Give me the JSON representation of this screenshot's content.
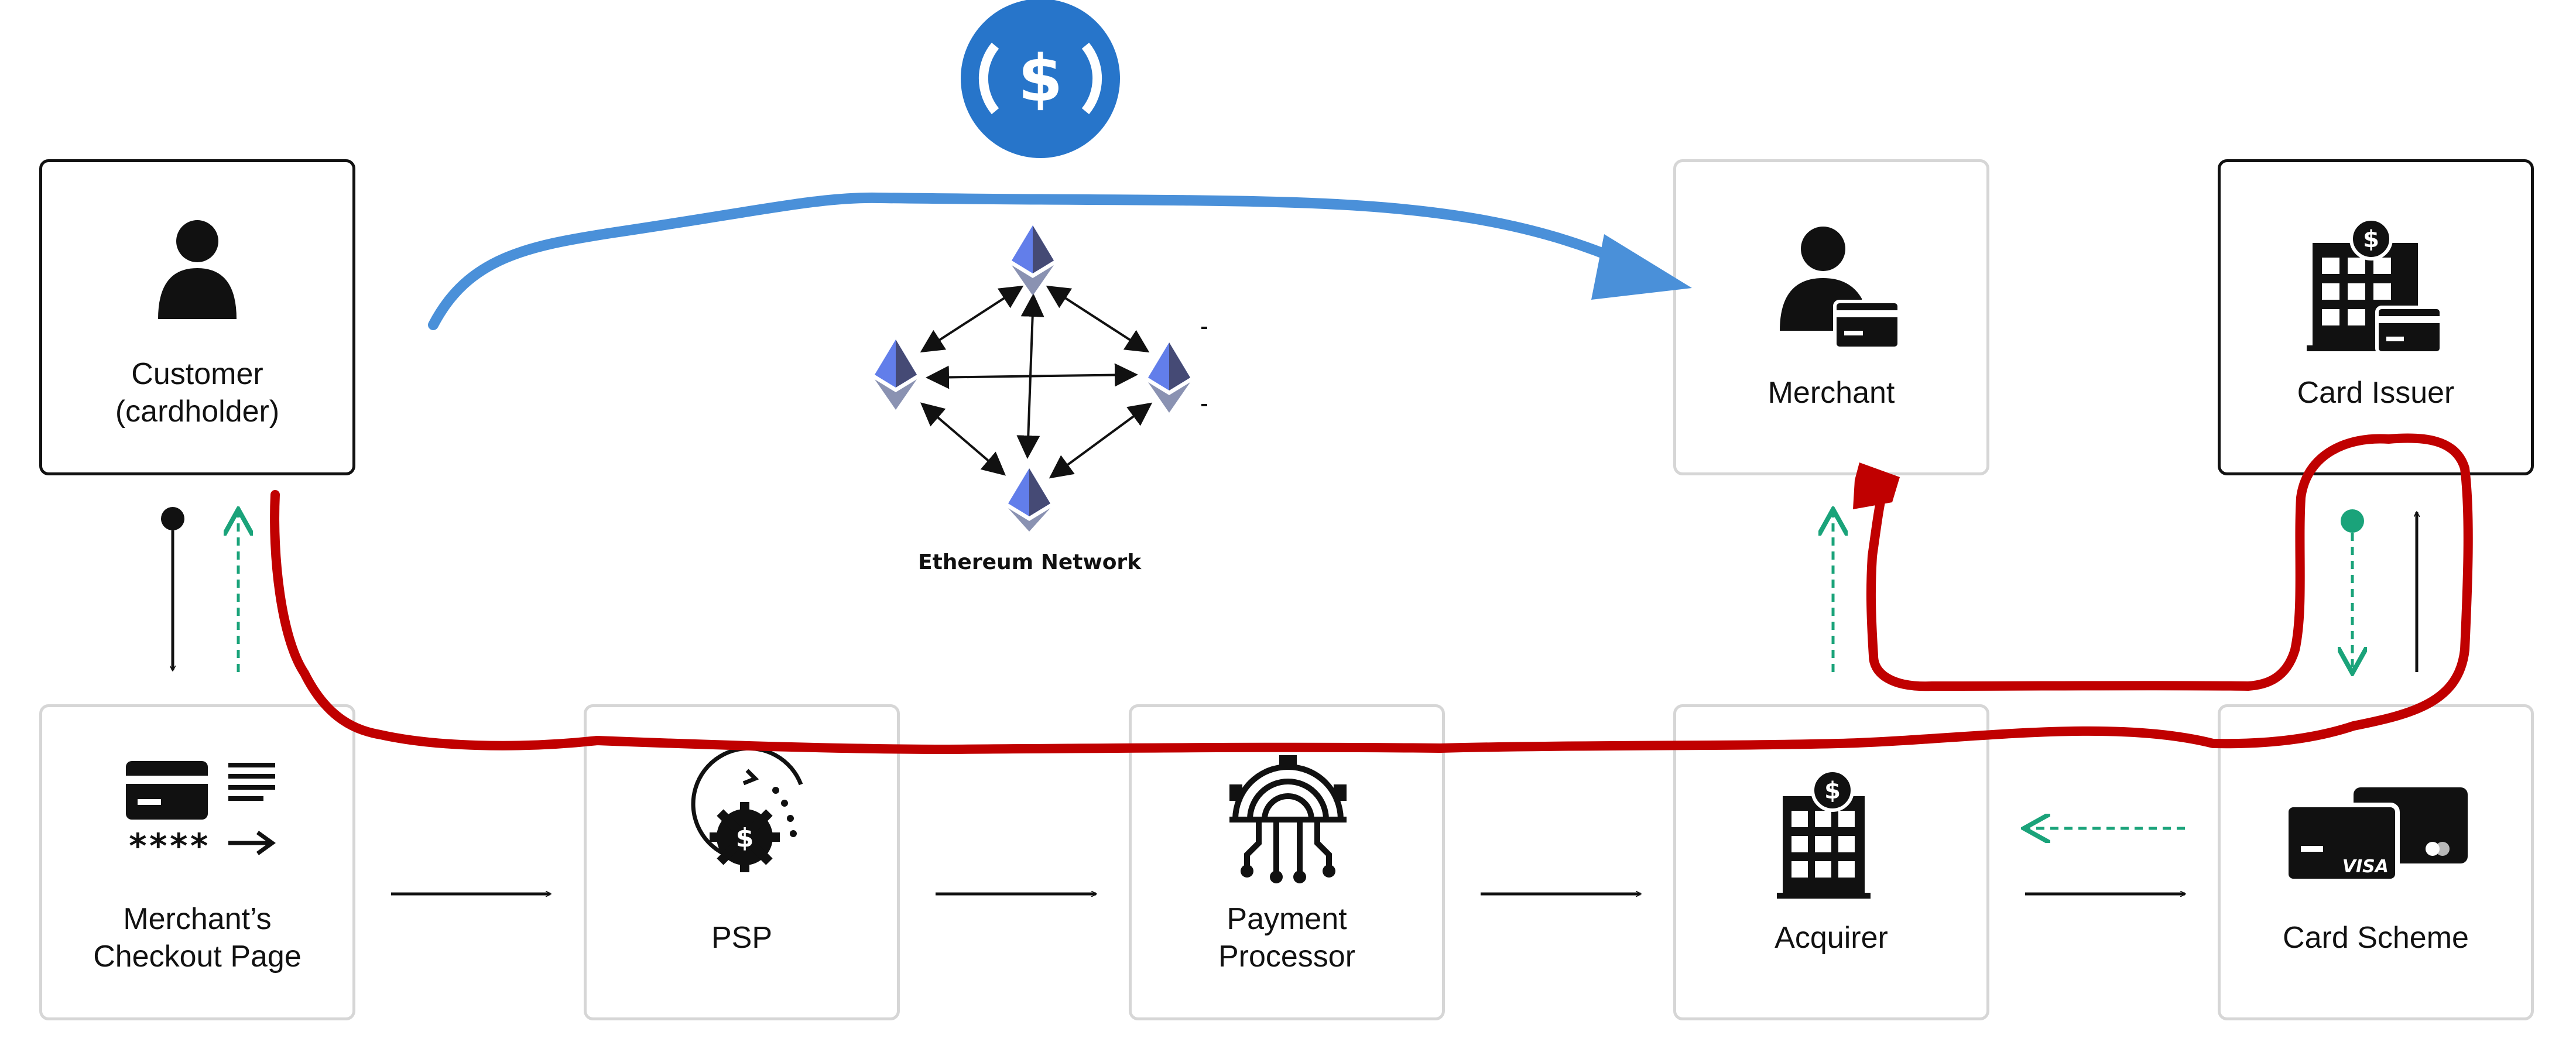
{
  "nodes": {
    "customer": {
      "label_line1": "Customer",
      "label_line2": "(cardholder)"
    },
    "merchant": {
      "label": "Merchant"
    },
    "card_issuer": {
      "label": "Card Issuer"
    },
    "checkout": {
      "label_line1": "Merchant’s",
      "label_line2": "Checkout Page"
    },
    "psp": {
      "label": "PSP"
    },
    "payment_processor": {
      "label_line1": "Payment",
      "label_line2": "Processor"
    },
    "acquirer": {
      "label": "Acquirer"
    },
    "card_scheme": {
      "label": "Card Scheme"
    }
  },
  "network": {
    "label": "Ethereum Network"
  },
  "checkout_card_mask": "****",
  "card_scheme_brand": "VISA",
  "coin_symbol": "$",
  "icons": [
    "person-icon",
    "merchant-icon",
    "bank-icon",
    "card-list-icon",
    "psp-gear-icon",
    "processor-icon",
    "cards-icon",
    "usdc-coin-icon",
    "ethereum-icon"
  ],
  "colors": {
    "stablecoin_flow": "#4a90d9",
    "card_flow": "#c00000",
    "return_flow": "#1aa37a",
    "coin": "#2775ca"
  }
}
